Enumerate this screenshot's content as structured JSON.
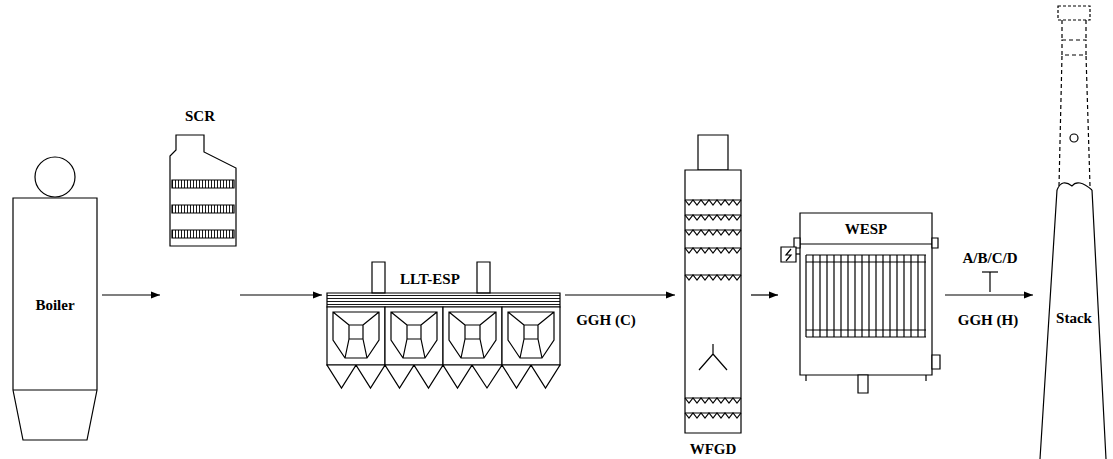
{
  "diagram": {
    "nodes": [
      {
        "text": [
          "Boiler"
        ]
      },
      {
        "text": [
          "SCR"
        ]
      },
      {
        "text": [
          "LLT-ESP"
        ]
      },
      {
        "text": [
          "WFGD"
        ]
      },
      {
        "text": [
          "WESP"
        ]
      },
      {
        "text": [
          "Stack"
        ]
      }
    ],
    "edges": [
      {
        "from": 0,
        "to": 1,
        "arrow": "to"
      },
      {
        "from": 1,
        "to": 2,
        "arrow": "to"
      },
      {
        "from": 2,
        "to": 3,
        "label": "GGH (C)",
        "arrow": "to"
      },
      {
        "from": 3,
        "to": 4,
        "arrow": "to"
      },
      {
        "from": 4,
        "to": 5,
        "label": "GGH (H)",
        "arrow": "to"
      }
    ],
    "labels": [
      "A/B/C/D"
    ]
  }
}
